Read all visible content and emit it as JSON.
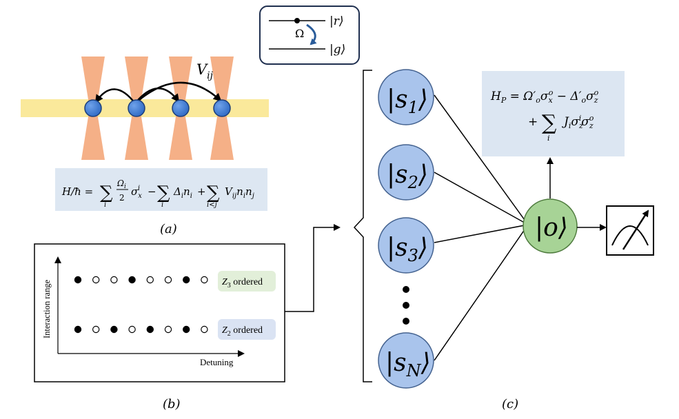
{
  "panel_a": {
    "label": "(a)",
    "interaction_label": "V",
    "interaction_sub": "ij",
    "hamiltonian": "H/ħ = Σᵢ (Ωᵢ/2) σₓⁱ − Σᵢ Δᵢ nᵢ + Σ_{i<j} Vᵢⱼ nᵢ nⱼ",
    "atom_count": 4,
    "colors": {
      "tweezer": "#f4a77a",
      "beam": "#f8e07a",
      "atom": "#4a82d6",
      "formula_bg": "#dde7f2"
    }
  },
  "inset": {
    "upper_state": "|r⟩",
    "lower_state": "|g⟩",
    "drive_label": "Ω"
  },
  "panel_b": {
    "label": "(b)",
    "ylabel": "Interaction range",
    "xlabel": "Detuning",
    "z3_label": "Z",
    "z3_sub": "3",
    "z3_suffix": " ordered",
    "z2_label": "Z",
    "z2_sub": "2",
    "z2_suffix": " ordered",
    "z3_pattern": [
      1,
      0,
      0,
      1,
      0,
      0,
      1,
      0
    ],
    "z2_pattern": [
      1,
      0,
      1,
      0,
      1,
      0,
      1,
      0
    ],
    "colors": {
      "z3_bg": "#e2efd9",
      "z2_bg": "#dae3f3"
    }
  },
  "panel_c": {
    "label": "(c)",
    "input_nodes": [
      {
        "name": "s",
        "sub": "1"
      },
      {
        "name": "s",
        "sub": "2"
      },
      {
        "name": "s",
        "sub": "3"
      },
      {
        "name": "s",
        "sub": "N"
      }
    ],
    "output_node": "o",
    "probe_hamiltonian_line1": "H_P = Ω′ₒ σₓᵒ − Δ′ₒ σ_zᵒ",
    "probe_hamiltonian_line2": "+ Σᵢ Jᵢ σ_zⁱ σ_zᵒ",
    "colors": {
      "input_node": "#a9c4ec",
      "output_node": "#a7d396",
      "formula_bg": "#dce6f2"
    }
  }
}
